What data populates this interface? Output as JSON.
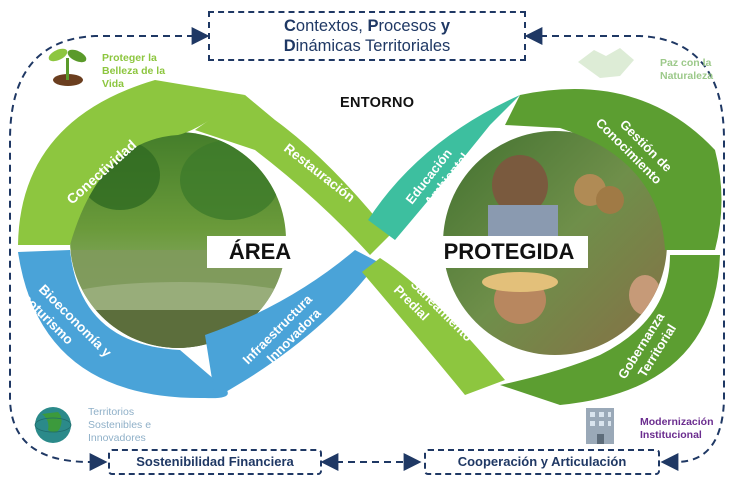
{
  "header": {
    "title_line1_initial_c": "C",
    "title_line1_part1": "ontextos, ",
    "title_line1_initial_p": "P",
    "title_line1_part2": "rocesos ",
    "title_line1_initial_y": "y",
    "title_line2_initial_d": "D",
    "title_line2_rest": "inámicas Territoriales"
  },
  "environment_label": "ENTORNO",
  "center": {
    "left": "ÁREA",
    "right": "PROTEGIDA"
  },
  "segments": {
    "conectividad": "Conectividad",
    "restauracion": "Restauración",
    "educacion_l1": "Educación",
    "educacion_l2": "Ambiental",
    "gestion_l1": "Gestión de",
    "gestion_l2": "Conocimiento",
    "bioeconomia_l1": "Bioeconomía y",
    "bioeconomia_l2": "Ecoturismo",
    "infraestructura_l1": "Infraestructura",
    "infraestructura_l2": "Innovadora",
    "saneamiento_l1": "Saneamiento",
    "saneamiento_l2": "Predial",
    "gobernanza_l1": "Gobernanza",
    "gobernanza_l2": "Territorial"
  },
  "corners": {
    "top_left": [
      "Proteger la",
      "Belleza de la",
      "Vida"
    ],
    "top_right": [
      "Paz con la",
      "Naturaleza"
    ],
    "bottom_left": [
      "Territorios",
      "Sostenibles e",
      "Innovadores"
    ],
    "bottom_right": [
      "Modernización",
      "Institucional"
    ]
  },
  "footer": {
    "left_box": "Sostenibilidad Financiera",
    "right_box": "Cooperación y Articulación"
  },
  "colors": {
    "navy": "#1f3864",
    "light_green": "#8dc63f",
    "dark_green": "#5c9e31",
    "teal": "#3dbf9f",
    "blue": "#4aa3d8",
    "purple": "#6b2d8f",
    "olive": "#7aa33a"
  },
  "icons": {
    "top_left": "sprout-icon",
    "top_right": "handshake-icon",
    "bottom_left": "globe-icon",
    "bottom_right": "building-icon"
  }
}
